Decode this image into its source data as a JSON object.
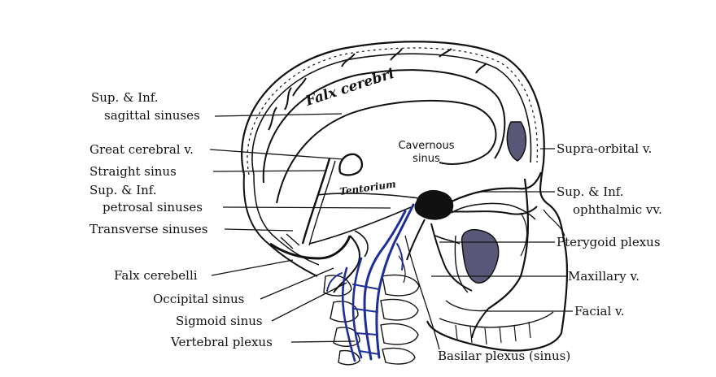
{
  "diagram": {
    "labels_left": {
      "sagittal_1": "Sup. & Inf.",
      "sagittal_2": "sagittal sinuses",
      "great_cerebral": "Great cerebral v.",
      "straight": "Straight sinus",
      "petrosal_1": "Sup. & Inf.",
      "petrosal_2": "petrosal sinuses",
      "transverse": "Transverse sinuses",
      "falx_cerebelli": "Falx cerebelli",
      "occipital": "Occipital sinus",
      "sigmoid": "Sigmoid sinus",
      "vertebral": "Vertebral plexus"
    },
    "labels_right": {
      "supra_orbital": "Supra-orbital v.",
      "ophthalmic_1": "Sup. & Inf.",
      "ophthalmic_2": "ophthalmic vv.",
      "pterygoid": "Pterygoid plexus",
      "maxillary": "Maxillary v.",
      "facial": "Facial v."
    },
    "labels_bottom": {
      "basilar": "Basilar plexus (sinus)"
    },
    "labels_inner": {
      "cavernous_1": "Cavernous",
      "cavernous_2": "sinus",
      "falx_cerebri": "Falx cerebri",
      "tentorium": "Tentorium"
    },
    "colors": {
      "ink": "#111111",
      "vein_blue": "#1f2f9a",
      "sinus_fill": "#5a5878",
      "background": "#ffffff"
    }
  }
}
